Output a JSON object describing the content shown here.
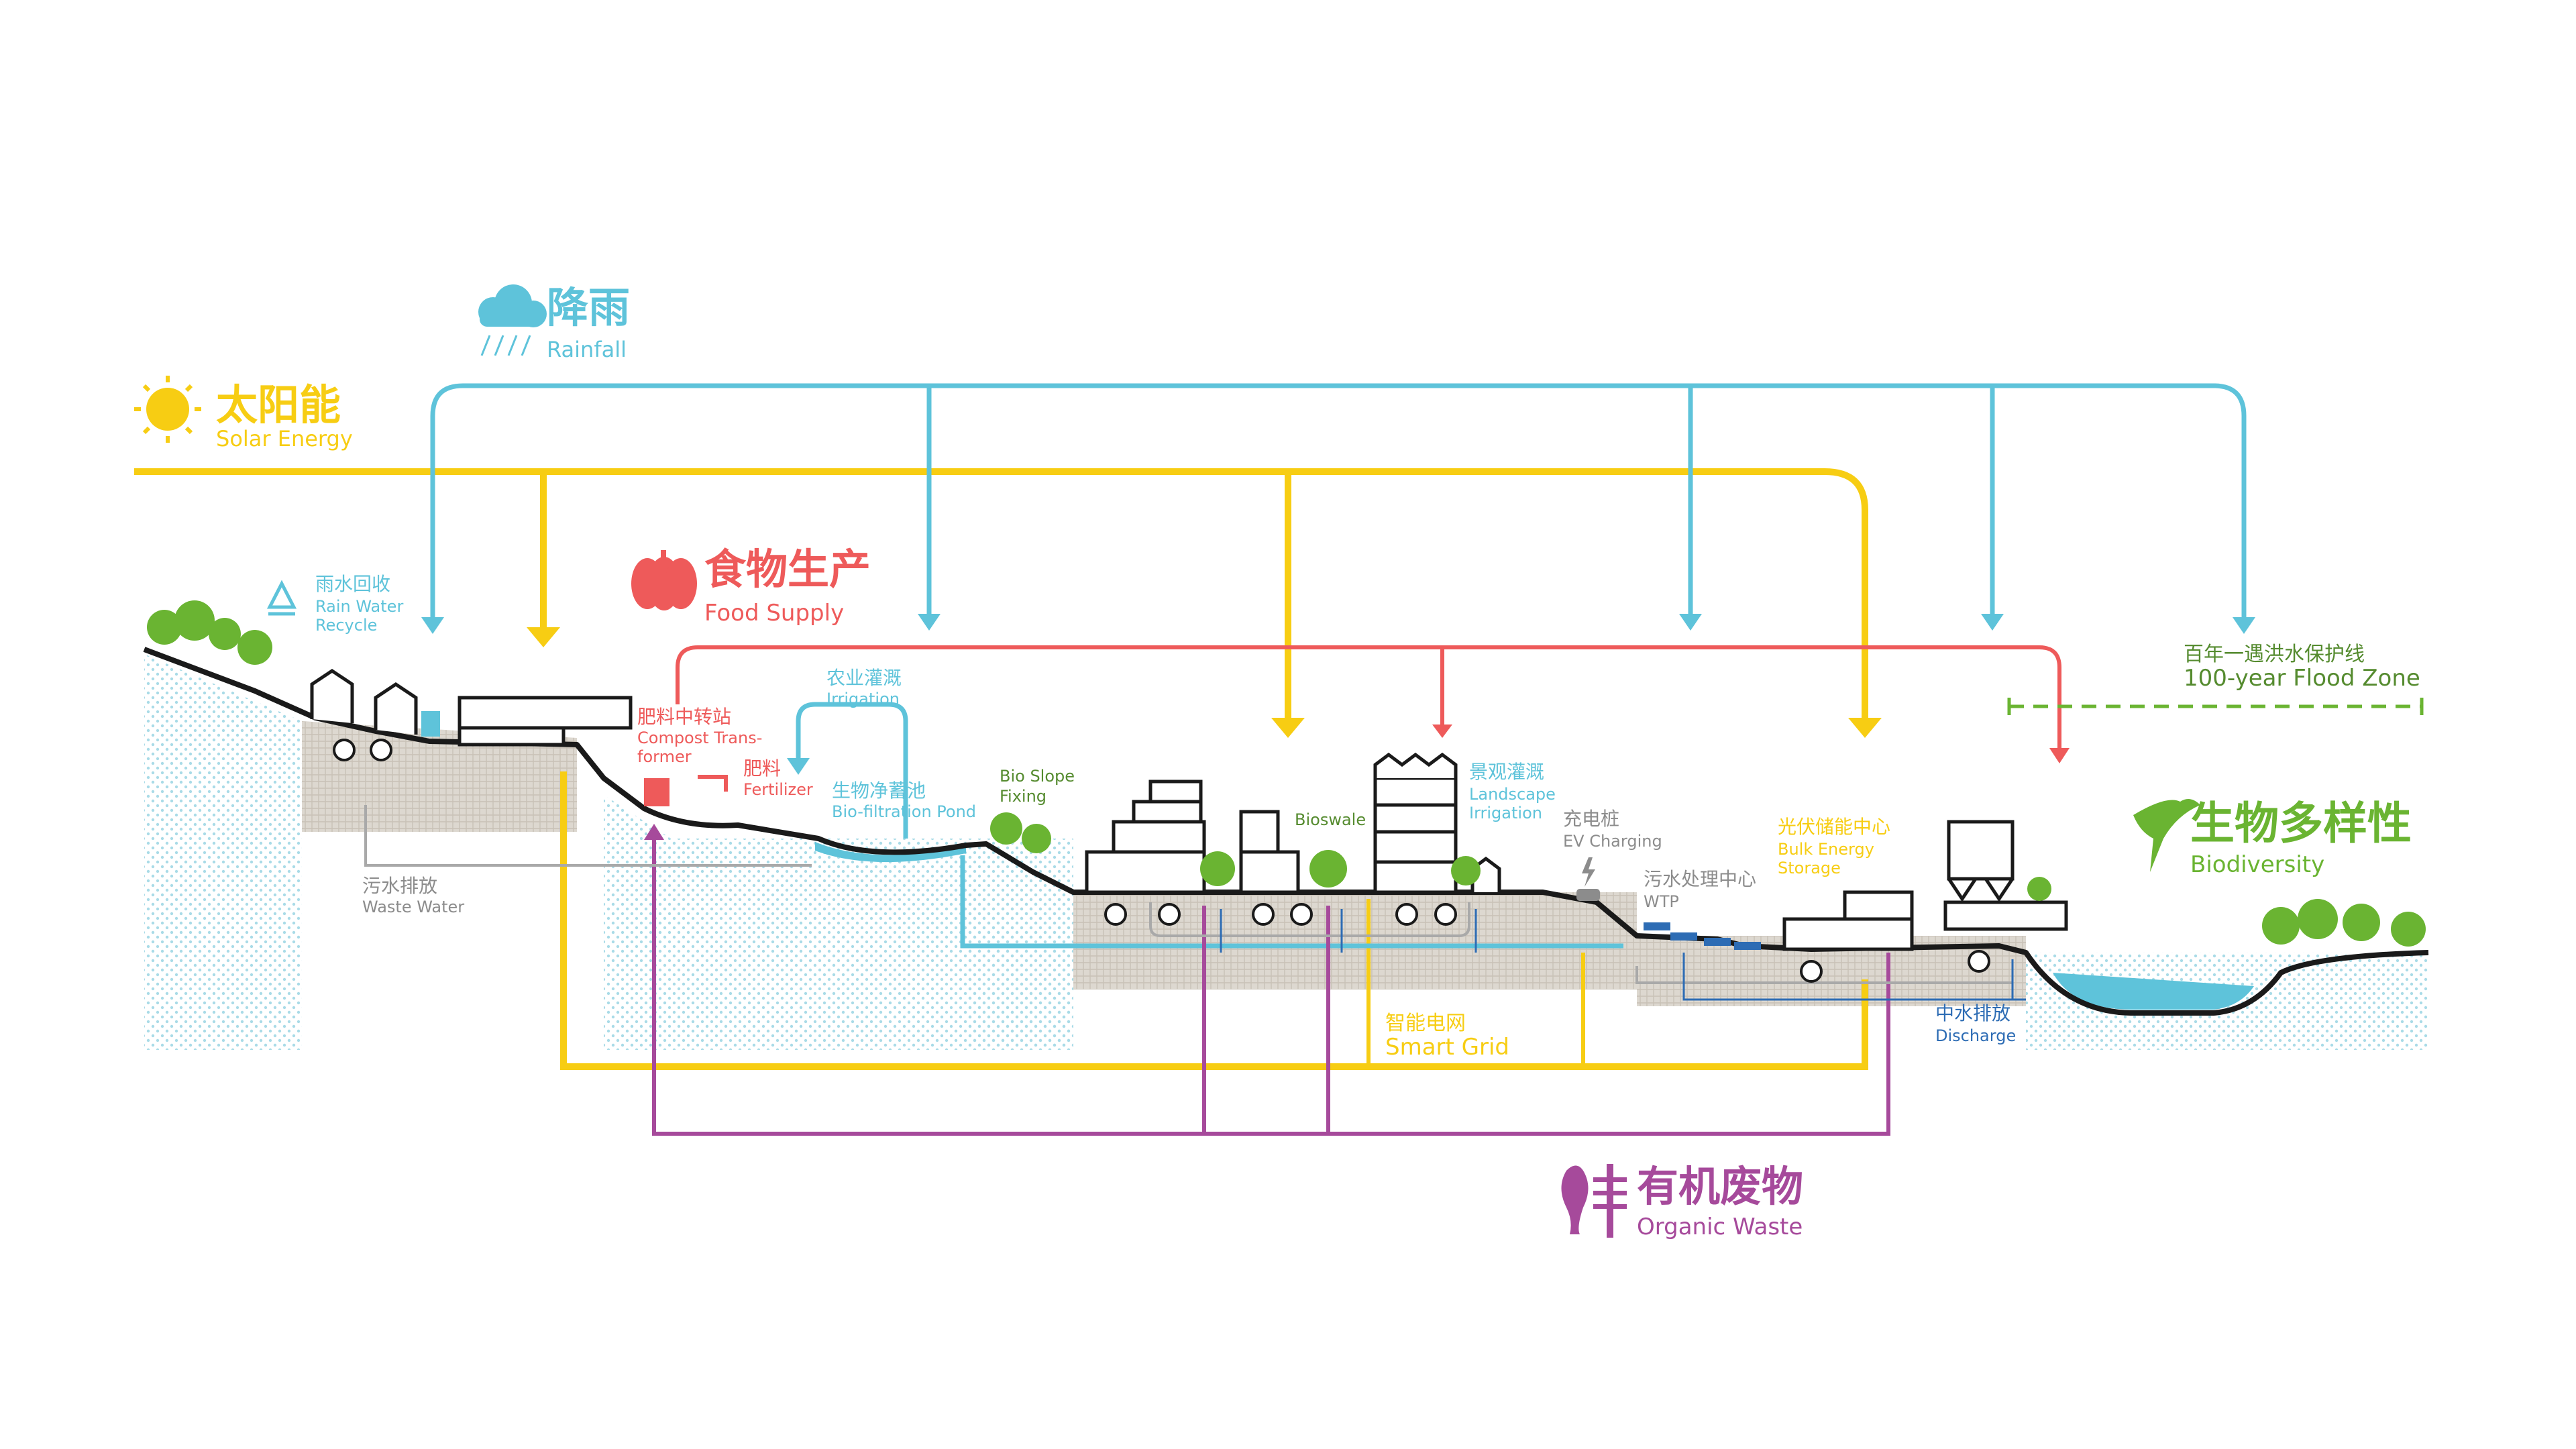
{
  "legend": {
    "solar": {
      "cn": "太阳能",
      "en": "Solar Energy",
      "icon": "sun-icon"
    },
    "rain": {
      "cn": "降雨",
      "en": "Rainfall",
      "icon": "rain-cloud-icon"
    },
    "food": {
      "cn": "食物生产",
      "en": "Food Supply",
      "icon": "pumpkin-icon"
    },
    "bio": {
      "cn": "生物多样性",
      "en": "Biodiversity",
      "icon": "bird-icon"
    },
    "waste": {
      "cn": "有机废物",
      "en": "Organic Waste",
      "icon": "waste-icon"
    }
  },
  "labels": {
    "rain_recycle_cn": "雨水回收",
    "rain_recycle_en1": "Rain Water",
    "rain_recycle_en2": "Recycle",
    "compost_cn": "肥料中转站",
    "compost_en1": "Compost Trans-",
    "compost_en2": "former",
    "fertilizer_cn": "肥料",
    "fertilizer_en": "Fertilizer",
    "irrigation_cn": "农业灌溉",
    "irrigation_en": "Irrigation",
    "biopond_cn": "生物净蓄池",
    "biopond_en": "Bio-filtration Pond",
    "bioslope_en1": "Bio Slope",
    "bioslope_en2": "Fixing",
    "bioswale": "Bioswale",
    "landscape_cn": "景观灌溉",
    "landscape_en1": "Landscape",
    "landscape_en2": "Irrigation",
    "ev_cn": "充电桩",
    "ev_en": "EV Charging",
    "wtp_cn": "污水处理中心",
    "wtp_en": "WTP",
    "storage_cn": "光伏储能中心",
    "storage_en1": "Bulk Energy",
    "storage_en2": "Storage",
    "waste_water_cn": "污水排放",
    "waste_water_en": "Waste Water",
    "smart_grid_cn": "智能电网",
    "smart_grid_en": "Smart Grid",
    "discharge_cn": "中水排放",
    "discharge_en": "Discharge",
    "flood_cn": "百年一遇洪水保护线",
    "flood_en": "100-year Flood Zone"
  },
  "colors": {
    "solar": "#f7cd13",
    "rain": "#5ec3da",
    "food": "#ee5a5a",
    "bio": "#6ab432",
    "waste": "#a64a9b",
    "ground": "#1a1a1a",
    "water": "#5ec3da",
    "navy": "#2d6cb4"
  }
}
